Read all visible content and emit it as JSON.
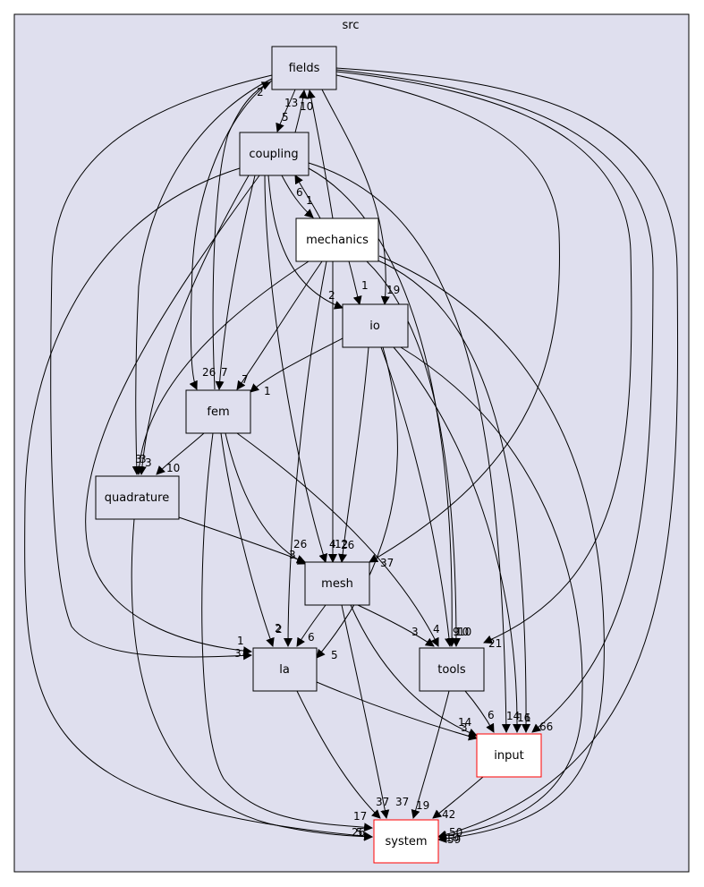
{
  "cluster": {
    "label": "src"
  },
  "nodes": {
    "fields": "fields",
    "coupling": "coupling",
    "mechanics": "mechanics",
    "io": "io",
    "fem": "fem",
    "quadrature": "quadrature",
    "mesh": "mesh",
    "la": "la",
    "tools": "tools",
    "input": "input",
    "system": "system"
  },
  "edges": [
    {
      "from": "fields",
      "to": "coupling",
      "count": "5"
    },
    {
      "from": "fields",
      "to": "fem",
      "count": "26"
    },
    {
      "from": "fields",
      "to": "io",
      "count": "19"
    },
    {
      "from": "fields",
      "to": "quadrature",
      "count": "3"
    },
    {
      "from": "fields",
      "to": "mesh",
      "count": "37"
    },
    {
      "from": "fields",
      "to": "la",
      "count": "3"
    },
    {
      "from": "fields",
      "to": "tools",
      "count": "21"
    },
    {
      "from": "fields",
      "to": "input",
      "count": "66"
    },
    {
      "from": "fields",
      "to": "system",
      "count": "59"
    },
    {
      "from": "coupling",
      "to": "fields",
      "count": "13"
    },
    {
      "from": "coupling",
      "to": "mechanics",
      "count": "6"
    },
    {
      "from": "coupling",
      "to": "io",
      "count": "2"
    },
    {
      "from": "coupling",
      "to": "fem",
      "count": "7"
    },
    {
      "from": "coupling",
      "to": "quadrature",
      "count": "3"
    },
    {
      "from": "coupling",
      "to": "mesh",
      "count": "4"
    },
    {
      "from": "coupling",
      "to": "la",
      "count": "1"
    },
    {
      "from": "coupling",
      "to": "tools",
      "count": "9"
    },
    {
      "from": "coupling",
      "to": "input",
      "count": "1"
    },
    {
      "from": "coupling",
      "to": "system",
      "count": "26"
    },
    {
      "from": "mechanics",
      "to": "fields",
      "count": "10"
    },
    {
      "from": "mechanics",
      "to": "coupling",
      "count": "1"
    },
    {
      "from": "mechanics",
      "to": "io",
      "count": "1"
    },
    {
      "from": "mechanics",
      "to": "fem",
      "count": "7"
    },
    {
      "from": "mechanics",
      "to": "quadrature",
      "count": "3"
    },
    {
      "from": "mechanics",
      "to": "mesh",
      "count": "12"
    },
    {
      "from": "mechanics",
      "to": "la",
      "count": "2"
    },
    {
      "from": "mechanics",
      "to": "tools",
      "count": "10"
    },
    {
      "from": "mechanics",
      "to": "input",
      "count": "16"
    },
    {
      "from": "mechanics",
      "to": "system",
      "count": "50"
    },
    {
      "from": "io",
      "to": "fem",
      "count": "1"
    },
    {
      "from": "io",
      "to": "mesh",
      "count": "26"
    },
    {
      "from": "io",
      "to": "la",
      "count": "5"
    },
    {
      "from": "io",
      "to": "tools",
      "count": "10"
    },
    {
      "from": "io",
      "to": "input",
      "count": "14"
    },
    {
      "from": "io",
      "to": "system",
      "count": "10"
    },
    {
      "from": "fem",
      "to": "fields",
      "count": "2"
    },
    {
      "from": "fem",
      "to": "quadrature",
      "count": "10"
    },
    {
      "from": "fem",
      "to": "mesh",
      "count": "26"
    },
    {
      "from": "fem",
      "to": "la",
      "count": "2"
    },
    {
      "from": "fem",
      "to": "tools",
      "count": "4"
    },
    {
      "from": "fem",
      "to": "system",
      "count": "17"
    },
    {
      "from": "quadrature",
      "to": "mesh",
      "count": "3"
    },
    {
      "from": "quadrature",
      "to": "system",
      "count": "5"
    },
    {
      "from": "mesh",
      "to": "la",
      "count": "6"
    },
    {
      "from": "mesh",
      "to": "tools",
      "count": "3"
    },
    {
      "from": "mesh",
      "to": "input",
      "count": "3"
    },
    {
      "from": "mesh",
      "to": "system",
      "count": "37"
    },
    {
      "from": "la",
      "to": "input",
      "count": "14"
    },
    {
      "from": "la",
      "to": "system",
      "count": "37"
    },
    {
      "from": "tools",
      "to": "input",
      "count": "6"
    },
    {
      "from": "tools",
      "to": "system",
      "count": "19"
    },
    {
      "from": "input",
      "to": "system",
      "count": "42"
    }
  ]
}
